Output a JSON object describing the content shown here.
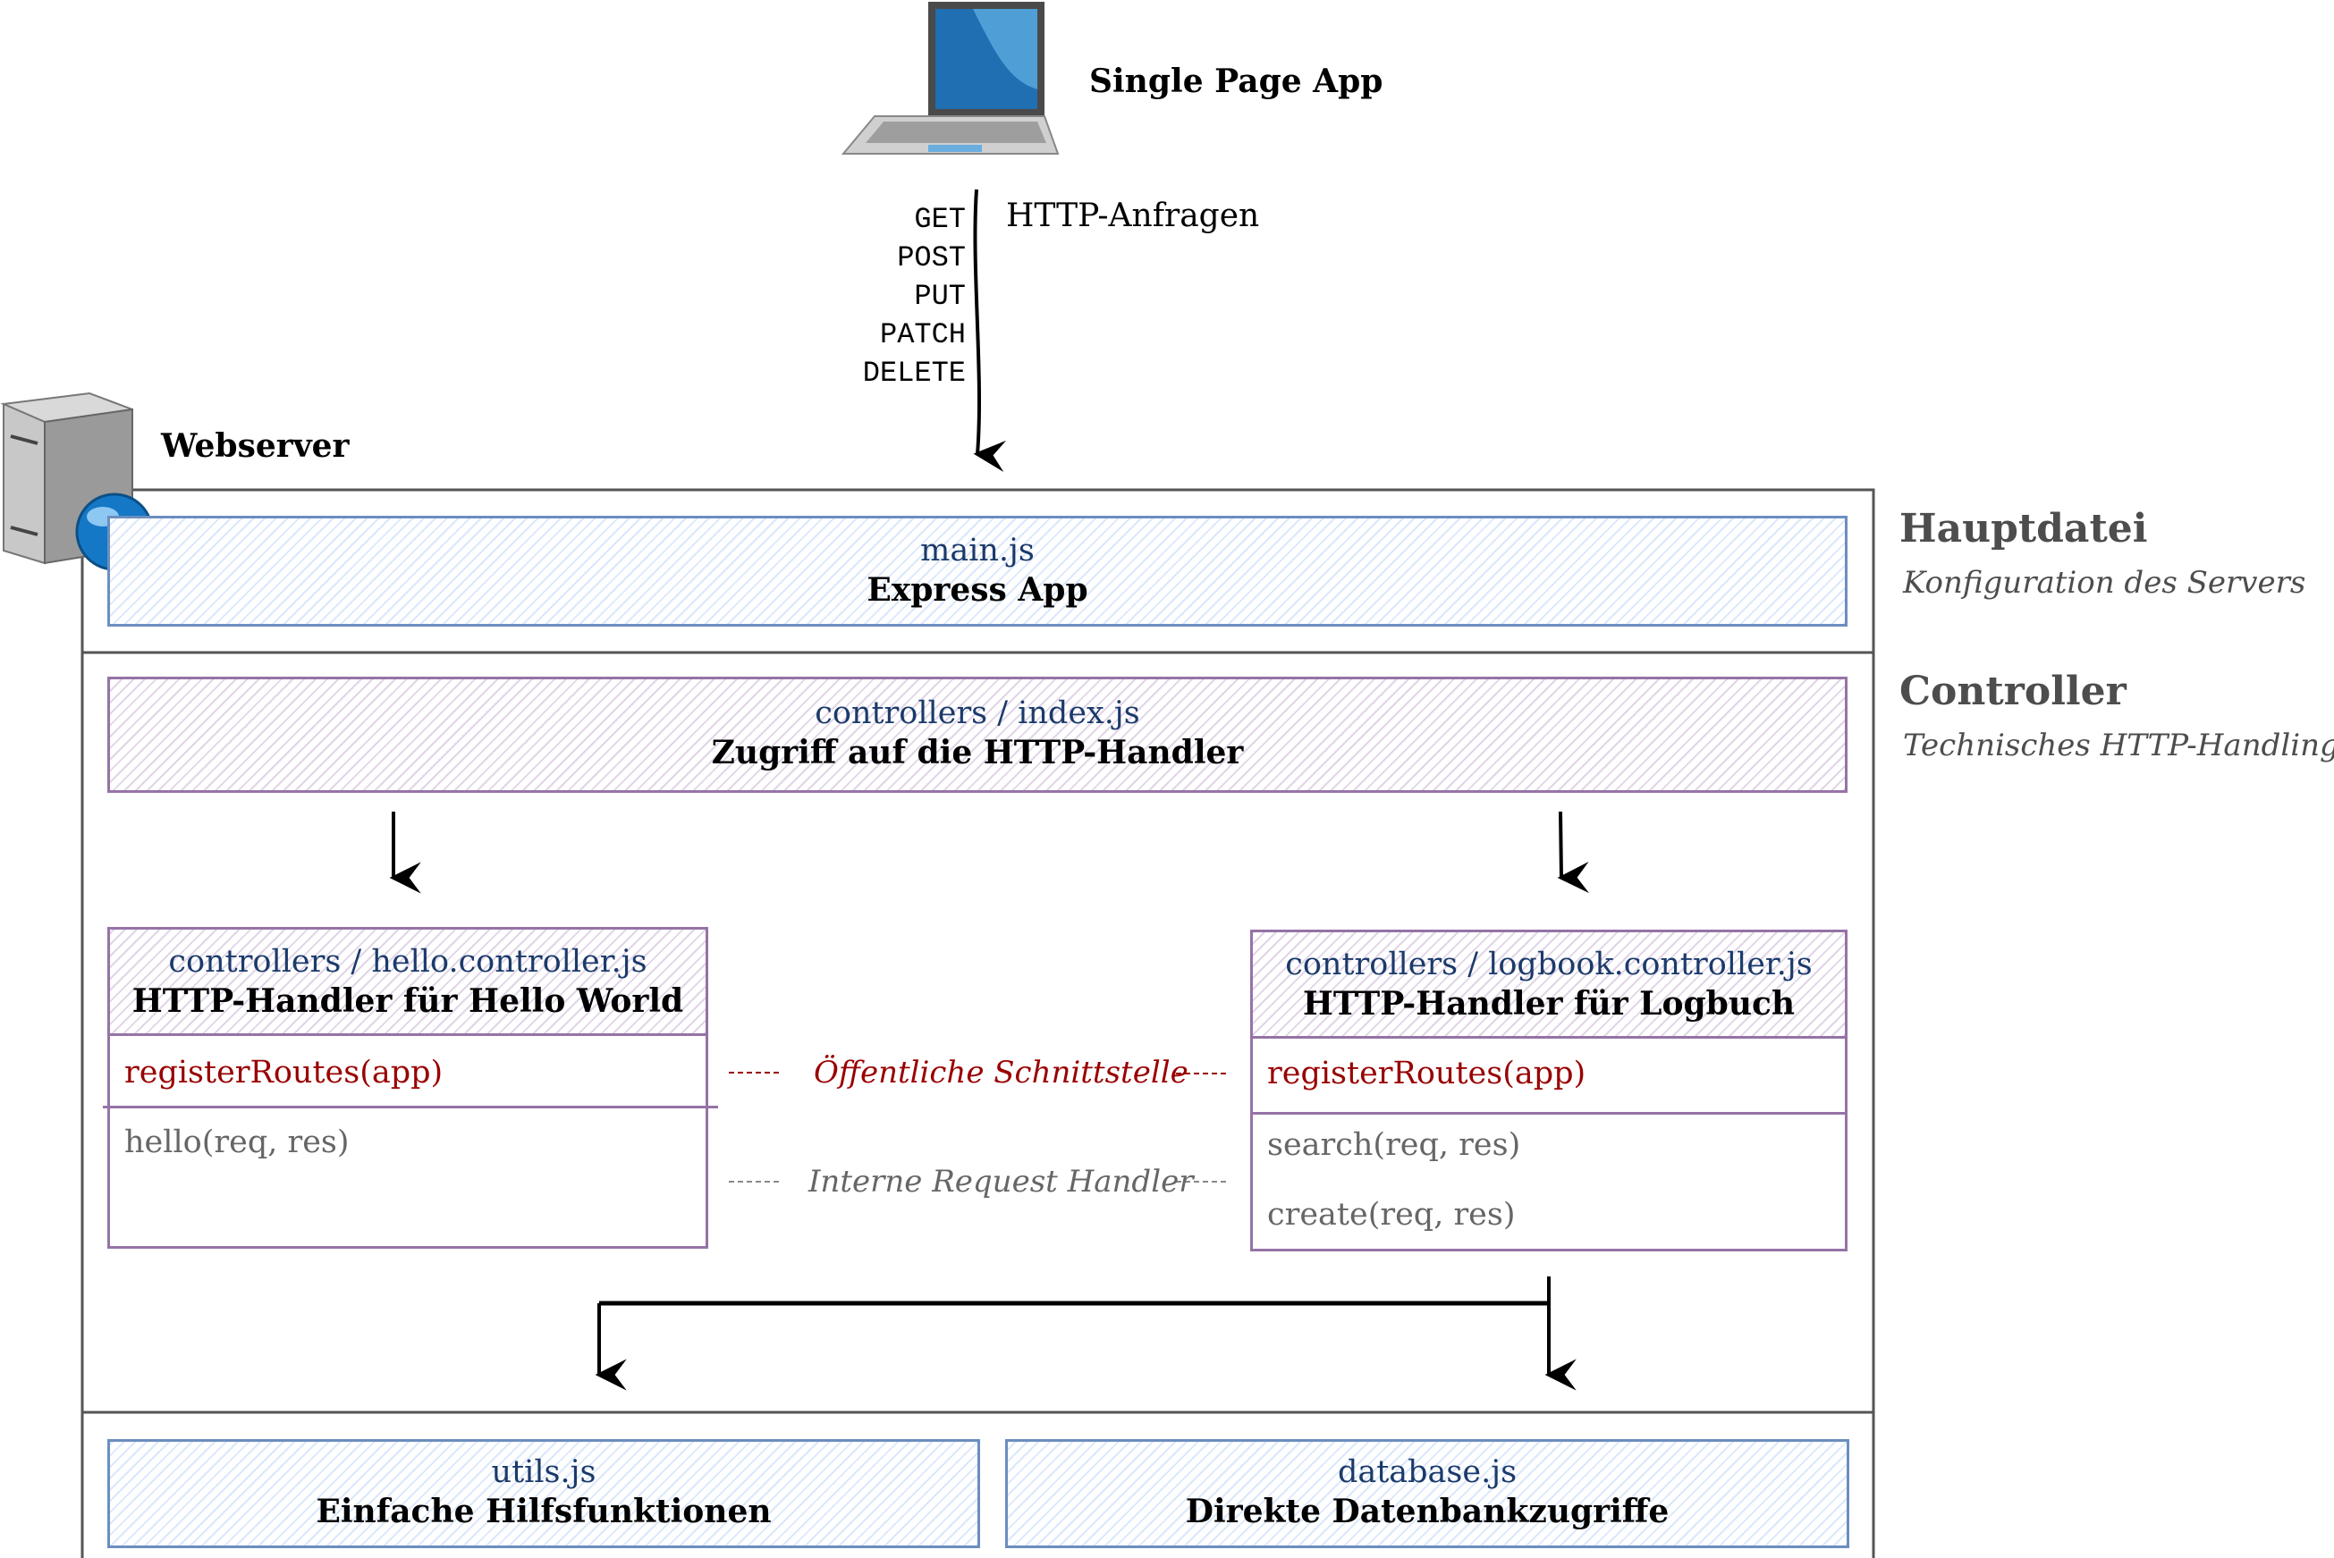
{
  "top": {
    "app_label": "Single Page App",
    "http_methods": [
      "GET",
      "POST",
      "PUT",
      "PATCH",
      "DELETE"
    ],
    "http_label": "HTTP-Anfragen"
  },
  "webserver_label": "Webserver",
  "main": {
    "file": "main.js",
    "desc": "Express App"
  },
  "index": {
    "file": "controllers / index.js",
    "desc": "Zugriff auf die HTTP-Handler"
  },
  "hello": {
    "file": "controllers / hello.controller.js",
    "desc": "HTTP-Handler für Hello World",
    "public_method": "registerRoutes(app)",
    "methods": [
      "hello(req, res)"
    ]
  },
  "logbook": {
    "file": "controllers / logbook.controller.js",
    "desc": "HTTP-Handler für Logbuch",
    "public_method": "registerRoutes(app)",
    "methods": [
      "search(req, res)",
      "create(req, res)"
    ]
  },
  "legend": {
    "public": "Öffentliche Schnittstelle",
    "internal": "Interne Request Handler"
  },
  "utils": {
    "file": "utils.js",
    "desc": "Einfache Hilfsfunktionen"
  },
  "database": {
    "file": "database.js",
    "desc": "Direkte Datenbankzugriffe"
  },
  "sections": {
    "main_title": "Hauptdatei",
    "main_sub": "Konfiguration des Servers",
    "ctrl_title": "Controller",
    "ctrl_sub": "Technisches HTTP-Handling"
  },
  "colors": {
    "blue_stroke": "#6c8ebf",
    "purple_stroke": "#9673a6",
    "public_red": "#990000",
    "file_blue": "#1b3a6b"
  },
  "icons": [
    "laptop-icon",
    "server-icon"
  ]
}
